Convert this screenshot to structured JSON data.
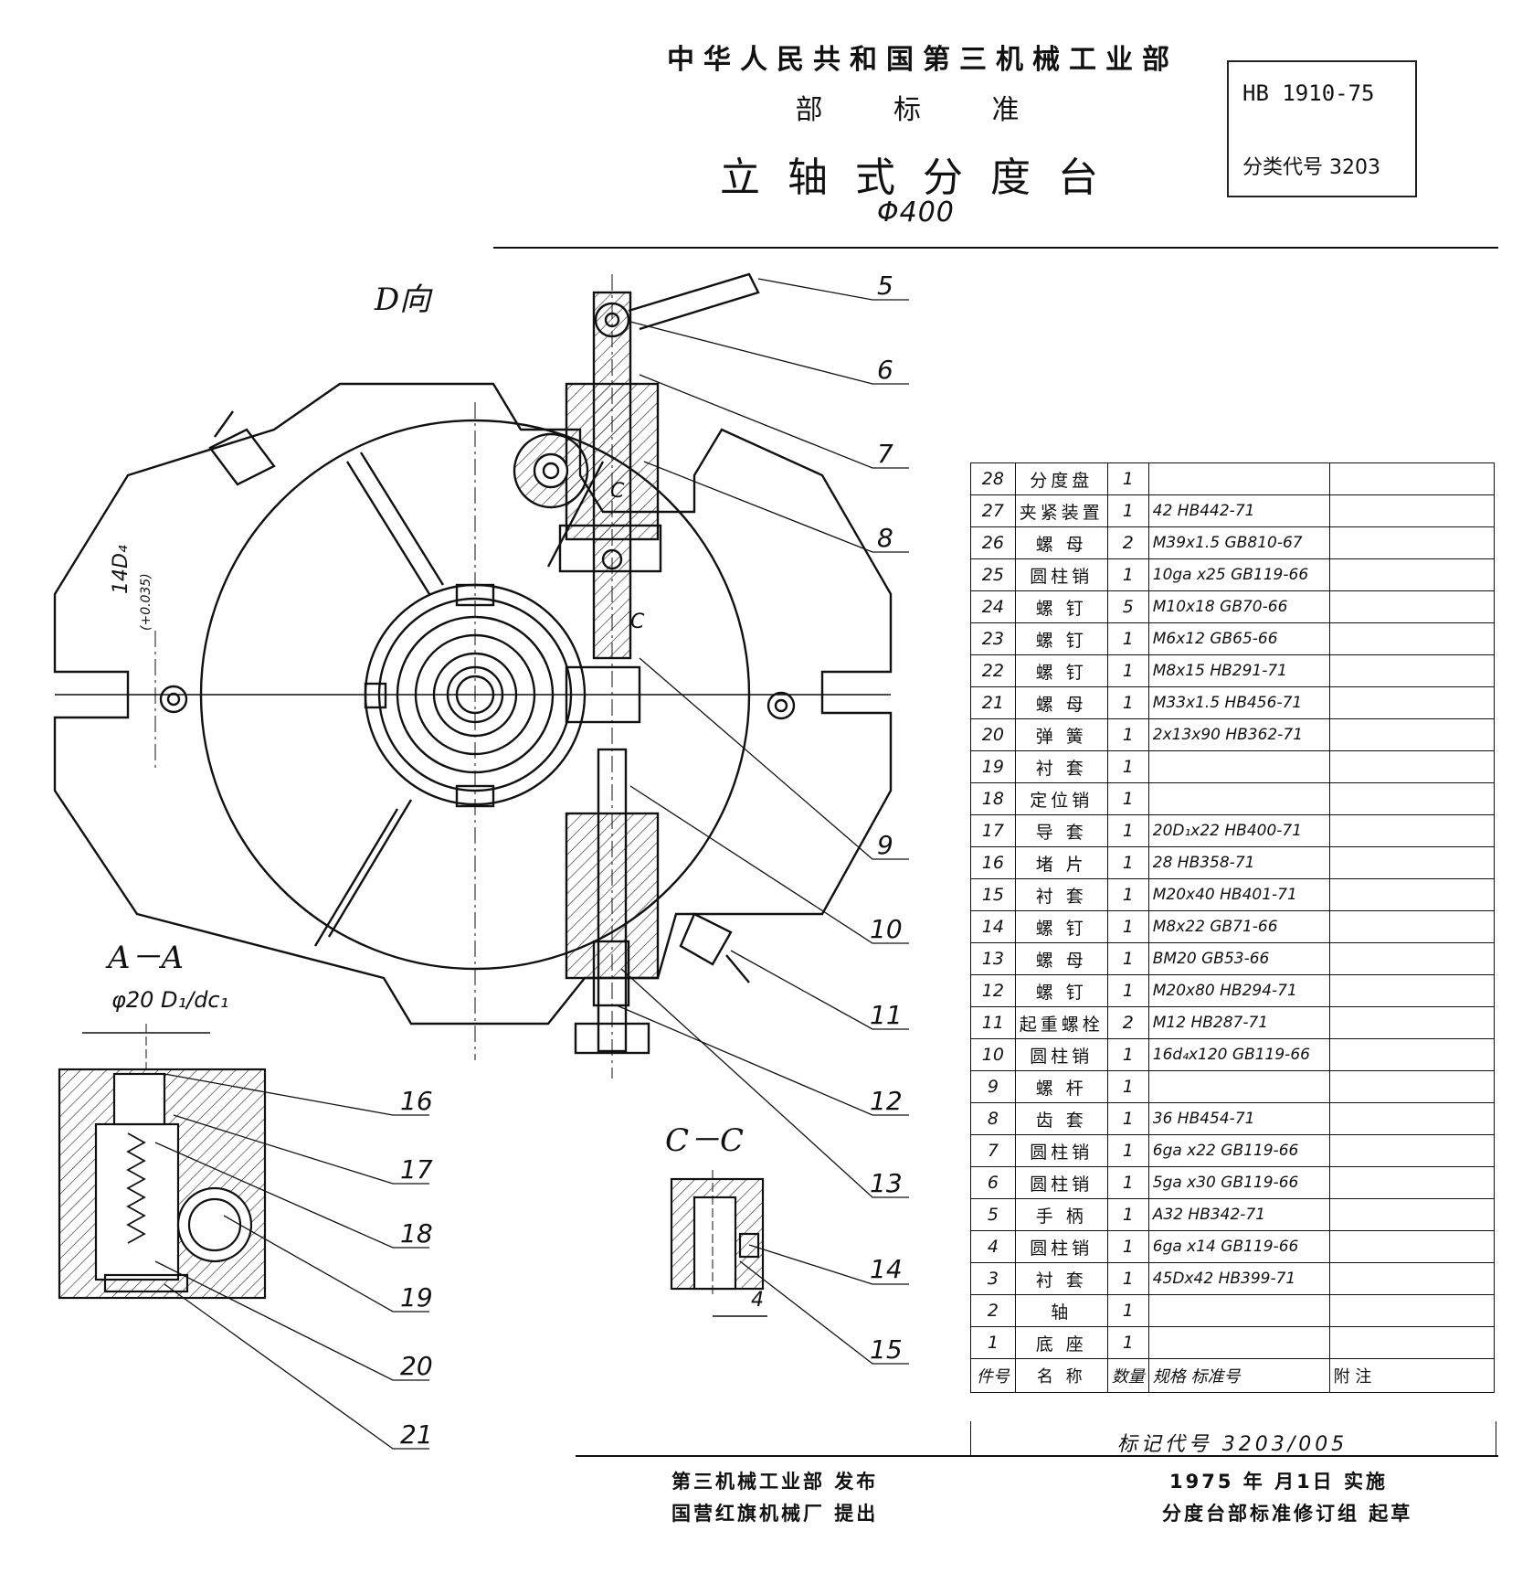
{
  "header": {
    "ministry": "中华人民共和国第三机械工业部",
    "standard_kind": "部 标 准",
    "title": "立轴式分度台",
    "subtitle": "Φ400",
    "standard_no": "HB 1910-75",
    "class_code": "分类代号 3203"
  },
  "views": {
    "d_view": "D向",
    "aa_view": "A－A",
    "cc_view": "C－C",
    "fit_aa": "φ20 D₁/dc₁",
    "dim_14": "14D₄",
    "dim_14_tol": "(+0.035)",
    "section_c1": "C",
    "section_c2": "C",
    "dim_4": "4"
  },
  "callouts": [
    "5",
    "6",
    "7",
    "8",
    "9",
    "10",
    "11",
    "12",
    "13",
    "14",
    "15",
    "16",
    "17",
    "18",
    "19",
    "20",
    "21"
  ],
  "parts_table": {
    "rows": [
      {
        "no": "28",
        "name": "分度盘",
        "qty": "1",
        "spec": "",
        "note": ""
      },
      {
        "no": "27",
        "name": "夹紧装置",
        "qty": "1",
        "spec": "42 HB442-71",
        "note": ""
      },
      {
        "no": "26",
        "name": "螺 母",
        "qty": "2",
        "spec": "M39x1.5 GB810-67",
        "note": ""
      },
      {
        "no": "25",
        "name": "圆柱销",
        "qty": "1",
        "spec": "10ga x25 GB119-66",
        "note": ""
      },
      {
        "no": "24",
        "name": "螺 钉",
        "qty": "5",
        "spec": "M10x18 GB70-66",
        "note": ""
      },
      {
        "no": "23",
        "name": "螺 钉",
        "qty": "1",
        "spec": "M6x12 GB65-66",
        "note": ""
      },
      {
        "no": "22",
        "name": "螺 钉",
        "qty": "1",
        "spec": "M8x15 HB291-71",
        "note": ""
      },
      {
        "no": "21",
        "name": "螺 母",
        "qty": "1",
        "spec": "M33x1.5 HB456-71",
        "note": ""
      },
      {
        "no": "20",
        "name": "弹 簧",
        "qty": "1",
        "spec": "2x13x90 HB362-71",
        "note": ""
      },
      {
        "no": "19",
        "name": "衬 套",
        "qty": "1",
        "spec": "",
        "note": ""
      },
      {
        "no": "18",
        "name": "定位销",
        "qty": "1",
        "spec": "",
        "note": ""
      },
      {
        "no": "17",
        "name": "导 套",
        "qty": "1",
        "spec": "20D₁x22 HB400-71",
        "note": ""
      },
      {
        "no": "16",
        "name": "堵 片",
        "qty": "1",
        "spec": "28 HB358-71",
        "note": ""
      },
      {
        "no": "15",
        "name": "衬 套",
        "qty": "1",
        "spec": "M20x40 HB401-71",
        "note": ""
      },
      {
        "no": "14",
        "name": "螺 钉",
        "qty": "1",
        "spec": "M8x22 GB71-66",
        "note": ""
      },
      {
        "no": "13",
        "name": "螺 母",
        "qty": "1",
        "spec": "BM20 GB53-66",
        "note": ""
      },
      {
        "no": "12",
        "name": "螺 钉",
        "qty": "1",
        "spec": "M20x80 HB294-71",
        "note": ""
      },
      {
        "no": "11",
        "name": "起重螺栓",
        "qty": "2",
        "spec": "M12 HB287-71",
        "note": ""
      },
      {
        "no": "10",
        "name": "圆柱销",
        "qty": "1",
        "spec": "16d₄x120 GB119-66",
        "note": ""
      },
      {
        "no": "9",
        "name": "螺 杆",
        "qty": "1",
        "spec": "",
        "note": ""
      },
      {
        "no": "8",
        "name": "齿 套",
        "qty": "1",
        "spec": "36 HB454-71",
        "note": ""
      },
      {
        "no": "7",
        "name": "圆柱销",
        "qty": "1",
        "spec": "6ga x22 GB119-66",
        "note": ""
      },
      {
        "no": "6",
        "name": "圆柱销",
        "qty": "1",
        "spec": "5ga x30 GB119-66",
        "note": ""
      },
      {
        "no": "5",
        "name": "手 柄",
        "qty": "1",
        "spec": "A32 HB342-71",
        "note": ""
      },
      {
        "no": "4",
        "name": "圆柱销",
        "qty": "1",
        "spec": "6ga x14 GB119-66",
        "note": ""
      },
      {
        "no": "3",
        "name": "衬 套",
        "qty": "1",
        "spec": "45Dx42 HB399-71",
        "note": ""
      },
      {
        "no": "2",
        "name": "轴",
        "qty": "1",
        "spec": "",
        "note": ""
      },
      {
        "no": "1",
        "name": "底 座",
        "qty": "1",
        "spec": "",
        "note": ""
      }
    ],
    "header": {
      "no": "件号",
      "name": "名 称",
      "qty": "数量",
      "spec": "规格 标准号",
      "note": "附 注"
    },
    "mark_code": "标记代号 3203/005"
  },
  "footer": {
    "publisher": "第三机械工业部 发布",
    "proposer": "国营红旗机械厂 提出",
    "implement": "1975 年 月1日 实施",
    "drafter": "分度台部标准修订组 起草"
  }
}
